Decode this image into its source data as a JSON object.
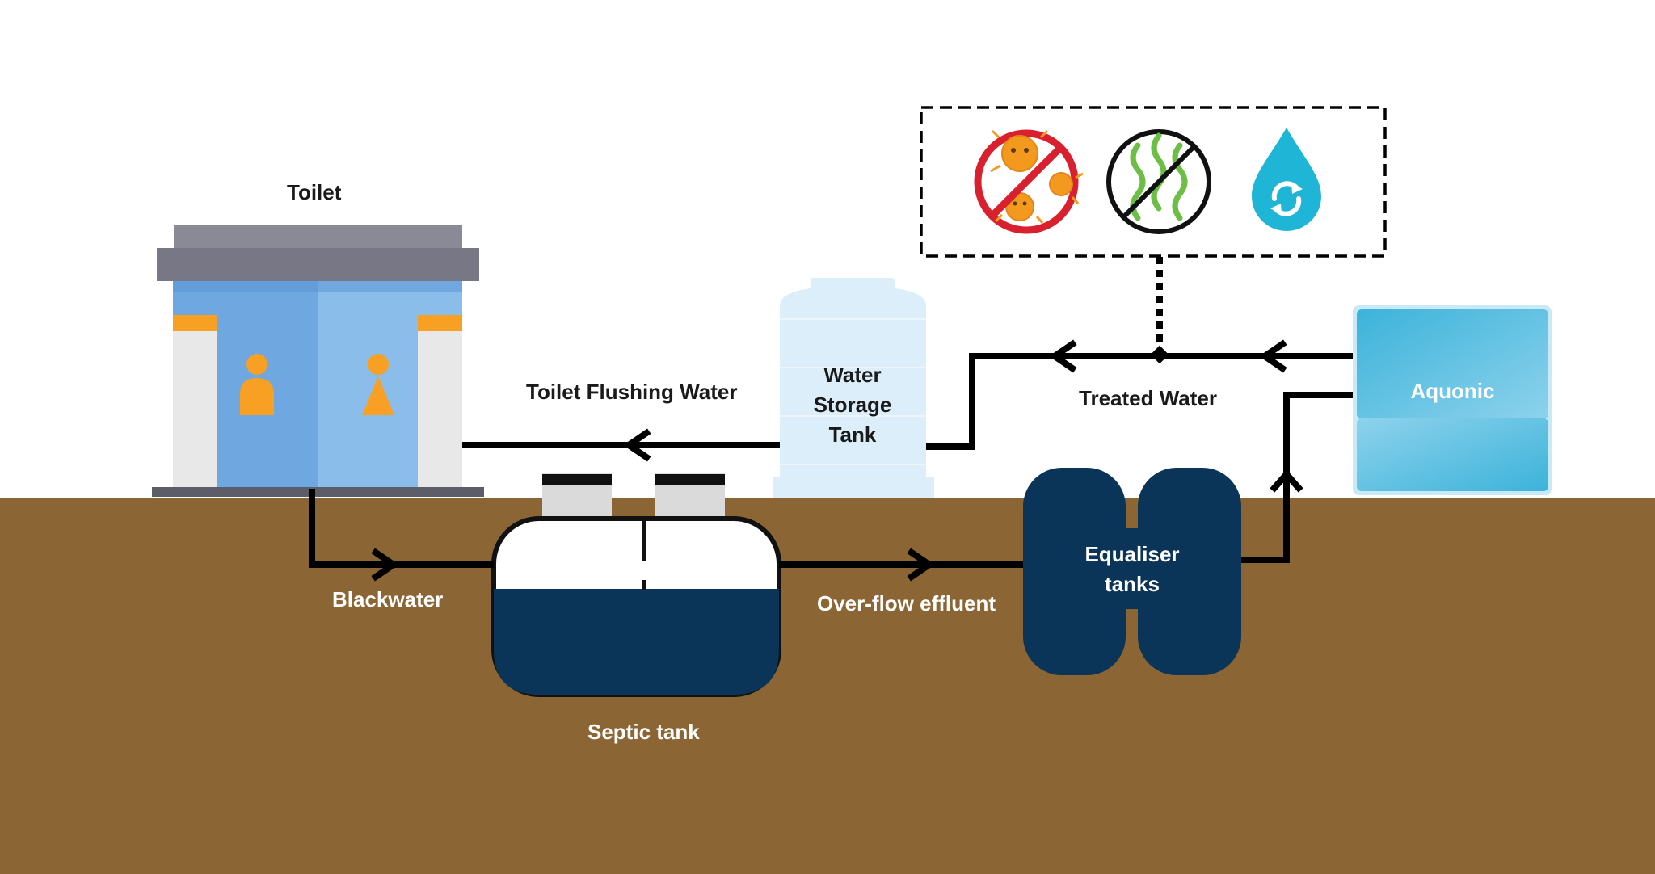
{
  "labels": {
    "toilet": "Toilet",
    "toilet_flushing_water": "Toilet Flushing Water",
    "water_storage_tank": [
      "Water",
      "Storage",
      "Tank"
    ],
    "treated_water": "Treated Water",
    "aquonic": "Aquonic",
    "blackwater": "Blackwater",
    "septic_tank": "Septic tank",
    "overflow_effluent": "Over-flow effluent",
    "equaliser_tanks": [
      "Equaliser",
      "tanks"
    ]
  },
  "icons": [
    "no-bacteria-icon",
    "no-odour-icon",
    "water-recycle-icon"
  ],
  "colors": {
    "ground": "#8B6634",
    "tank_navy": "#0B3558",
    "toilet_blue": "#6FA7E0",
    "toilet_blue_light": "#8BBDEB",
    "roof_grey": "#777786",
    "accent_orange": "#F7A024",
    "storage_tank": "#DDEEFB",
    "aquonic_blue": "#4DBBDE",
    "pipe": "#000000",
    "prohibit_red": "#D9202F",
    "odour_green": "#6DBE45",
    "drop_cyan": "#1FB5D6"
  }
}
